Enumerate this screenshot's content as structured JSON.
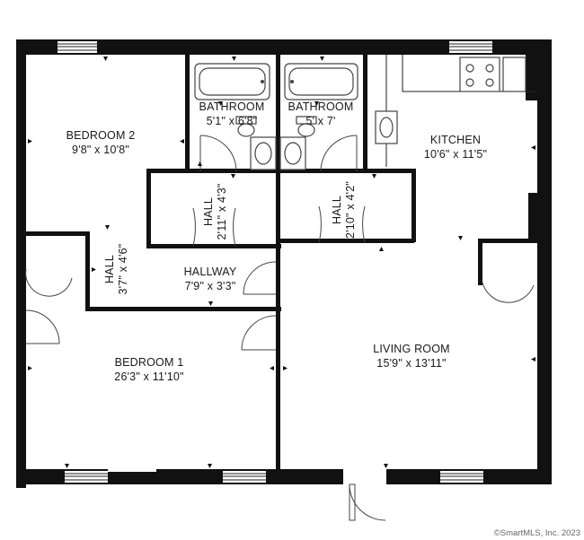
{
  "rooms": {
    "bedroom2": {
      "name": "BEDROOM 2",
      "dims": "9'8\" x 10'8\""
    },
    "bath1": {
      "name": "BATHROOM",
      "dims": "5'1\" x 6'8\""
    },
    "bath2": {
      "name": "BATHROOM",
      "dims": "5' x 7'"
    },
    "kitchen": {
      "name": "KITCHEN",
      "dims": "10'6\" x 11'5\""
    },
    "hall1": {
      "name": "HALL",
      "dims": "2'11\" x 4'3\""
    },
    "hall2": {
      "name": "HALL",
      "dims": "2'10\" x 4'2\""
    },
    "hall3": {
      "name": "HALL",
      "dims": "3'7\" x 4'6\""
    },
    "hallway": {
      "name": "HALLWAY",
      "dims": "7'9\" x 3'3\""
    },
    "bedroom1": {
      "name": "BEDROOM 1",
      "dims": "26'3\" x 11'10\""
    },
    "living": {
      "name": "LIVING ROOM",
      "dims": "15'9\" x 13'11\""
    }
  },
  "copyright": "©SmartMLS, Inc. 2023"
}
